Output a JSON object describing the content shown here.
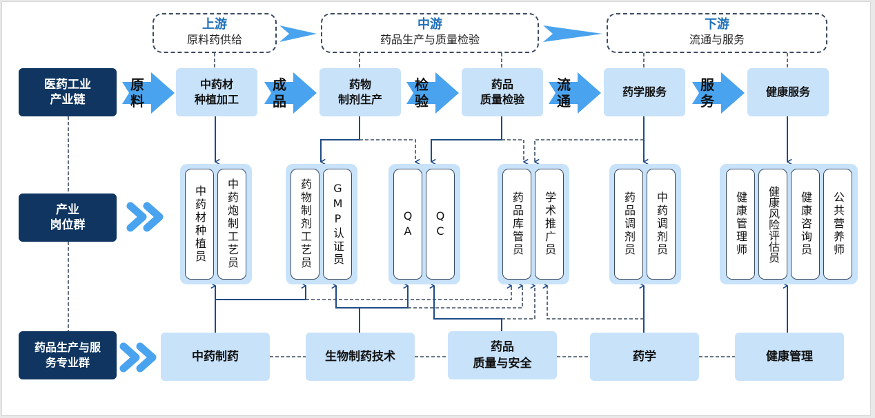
{
  "stages": [
    {
      "title": "上游",
      "subtitle": "原料药供给"
    },
    {
      "title": "中游",
      "subtitle": "药品生产与质量检验"
    },
    {
      "title": "下游",
      "subtitle": "流通与服务"
    }
  ],
  "row_labels": {
    "chain": "医药工业\n产业链",
    "jobs": "产业\n岗位群",
    "majors": "药品生产与服\n务专业群"
  },
  "chain_steps": [
    "中药材\n种植加工",
    "药物\n制剂生产",
    "药品\n质量检验",
    "药学服务",
    "健康服务"
  ],
  "flow_labels": [
    "原\n料",
    "成\n品",
    "检\n验",
    "流\n通",
    "服\n务"
  ],
  "job_groups": [
    {
      "jobs": [
        "中药材种植员",
        "中药炮制工艺员"
      ]
    },
    {
      "jobs": [
        "药物制剂工艺员",
        "GMP认证员"
      ]
    },
    {
      "jobs": [
        "QA",
        "QC"
      ]
    },
    {
      "jobs": [
        "药品库管员",
        "学术推广员"
      ]
    },
    {
      "jobs": [
        "药品调剂员",
        "中药调剂员"
      ]
    },
    {
      "jobs": [
        "健康管理师",
        "健康风险评估员",
        "健康咨询员",
        "公共营养师"
      ]
    }
  ],
  "majors": [
    "中药制药",
    "生物制药技术",
    "药品\n质量与安全",
    "药学",
    "健康管理"
  ],
  "colors": {
    "dark_navy": "#0f3560",
    "light_blue": "#c8e2fa",
    "arrow_blue": "#4aa3ee",
    "line_navy": "#1d4b85",
    "stage_title": "#1f6fb8"
  }
}
